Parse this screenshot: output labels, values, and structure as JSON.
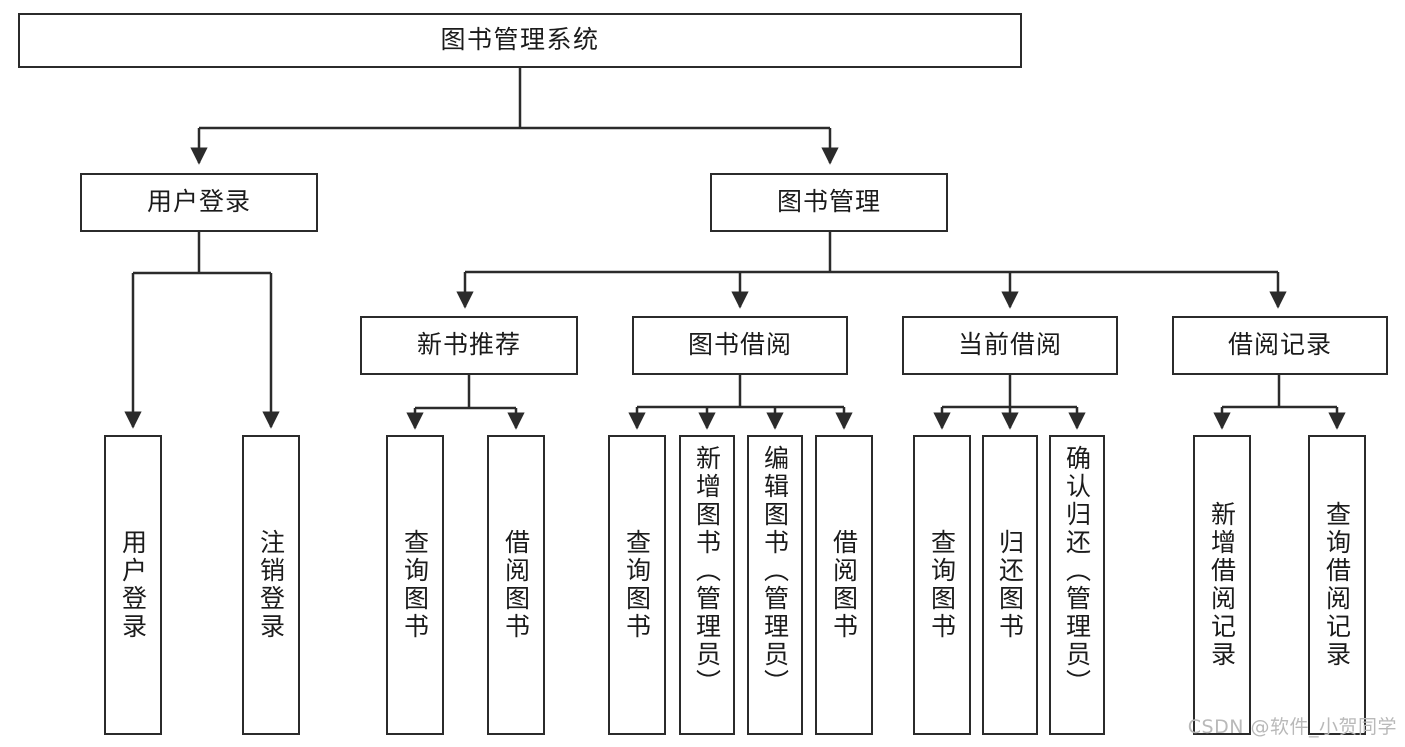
{
  "diagram": {
    "title": "图书管理系统",
    "watermark": "CSDN @软件_小贺同学",
    "colors": {
      "stroke": "#2b2b2b",
      "fill": "#ffffff",
      "text": "#1b1b1b",
      "watermark": "#b9b9b9"
    },
    "levels": {
      "root": {
        "label": "图书管理系统"
      },
      "level2": [
        {
          "id": "user-login",
          "label": "用户登录"
        },
        {
          "id": "book-manage",
          "label": "图书管理"
        }
      ],
      "level3": [
        {
          "id": "new-book-rec",
          "label": "新书推荐"
        },
        {
          "id": "book-borrow",
          "label": "图书借阅"
        },
        {
          "id": "current-borrow",
          "label": "当前借阅"
        },
        {
          "id": "borrow-record",
          "label": "借阅记录"
        }
      ],
      "leaves": [
        {
          "id": "leaf-user-login",
          "label": "用户登录",
          "parent": "user-login"
        },
        {
          "id": "leaf-logout",
          "label": "注销登录",
          "parent": "user-login"
        },
        {
          "id": "leaf-query-book-1",
          "label": "查询图书",
          "parent": "new-book-rec"
        },
        {
          "id": "leaf-borrow-book-1",
          "label": "借阅图书",
          "parent": "new-book-rec"
        },
        {
          "id": "leaf-query-book-2",
          "label": "查询图书",
          "parent": "book-borrow"
        },
        {
          "id": "leaf-add-book",
          "label": "新增图书（管理员）",
          "parent": "book-borrow"
        },
        {
          "id": "leaf-edit-book",
          "label": "编辑图书（管理员）",
          "parent": "book-borrow"
        },
        {
          "id": "leaf-borrow-book-2",
          "label": "借阅图书",
          "parent": "book-borrow"
        },
        {
          "id": "leaf-query-book-3",
          "label": "查询图书",
          "parent": "current-borrow"
        },
        {
          "id": "leaf-return-book",
          "label": "归还图书",
          "parent": "current-borrow"
        },
        {
          "id": "leaf-confirm-return",
          "label": "确认归还（管理员）",
          "parent": "current-borrow"
        },
        {
          "id": "leaf-add-record",
          "label": "新增借阅记录",
          "parent": "borrow-record"
        },
        {
          "id": "leaf-query-record",
          "label": "查询借阅记录",
          "parent": "borrow-record"
        }
      ]
    }
  }
}
